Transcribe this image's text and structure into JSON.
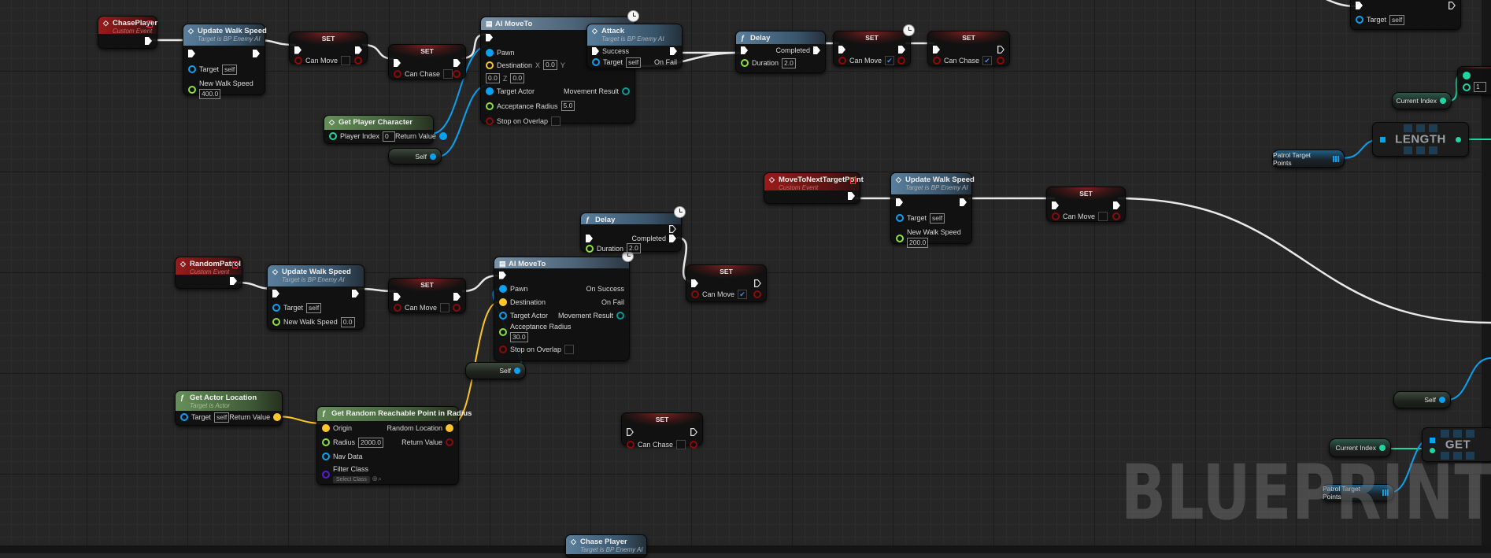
{
  "pin_colors": {
    "exec": "#ffffff",
    "obj": "#0aa2f0",
    "float": "#8ee03a",
    "vec": "#fdc72b",
    "bool": "#8c0a0a",
    "int": "#1ed6a0",
    "struct": "#0a9a9a",
    "class": "#5c1ad9",
    "array": "#0aa2f0"
  },
  "watermark": "BLUEPRINT",
  "nodes": [
    {
      "id": "chase_player_event",
      "type": "event",
      "title": "ChasePlayer",
      "subtitle": "Custom Event",
      "rows": [
        [
          null,
          {
            "pin": "exec"
          }
        ]
      ]
    },
    {
      "id": "update_walk_speed_1",
      "type": "func",
      "title": "Update Walk Speed",
      "subtitle": "Target is BP Enemy AI",
      "rows": [
        [
          {
            "pin": "exec"
          },
          {
            "pin": "exec"
          }
        ],
        [
          {
            "pin": "obj",
            "label": "Target",
            "value": "self"
          },
          null
        ],
        [
          {
            "pin": "float",
            "label": "New Walk Speed",
            "value": "400.0",
            "stack": true
          },
          null
        ]
      ]
    },
    {
      "id": "set_can_move_1",
      "type": "set",
      "title": "SET",
      "rows": [
        [
          {
            "pin": "exec"
          },
          {
            "pin": "exec"
          }
        ],
        [
          {
            "pin": "bool",
            "label": "Can Move",
            "check": false
          },
          {
            "pin": "bool"
          }
        ]
      ]
    },
    {
      "id": "set_can_chase_1",
      "type": "set",
      "title": "SET",
      "rows": [
        [
          {
            "pin": "exec"
          },
          {
            "pin": "exec"
          }
        ],
        [
          {
            "pin": "bool",
            "label": "Can Chase",
            "check": false
          },
          {
            "pin": "bool"
          }
        ]
      ]
    },
    {
      "id": "ai_moveto_1",
      "type": "macro",
      "title": "AI MoveTo",
      "clock": true,
      "rows": [
        [
          {
            "pin": "exec"
          },
          null
        ],
        [
          {
            "pin": "obj",
            "label": "Pawn",
            "filled": true
          },
          null
        ],
        [
          {
            "pin": "vec",
            "label": "Destination",
            "vec": [
              [
                "X",
                "0.0"
              ],
              [
                "Y",
                "0.0"
              ],
              [
                "Z",
                "0.0"
              ]
            ]
          },
          null
        ],
        [
          {
            "pin": "obj",
            "label": "Target Actor",
            "filled": true
          },
          {
            "pin": "struct",
            "label": "Movement Result",
            "right": true
          }
        ],
        [
          {
            "pin": "float",
            "label": "Acceptance Radius",
            "value": "5.0"
          },
          null
        ],
        [
          {
            "pin": "bool",
            "label": "Stop on Overlap",
            "check": false
          },
          null
        ]
      ]
    },
    {
      "id": "attack",
      "type": "func",
      "title": "Attack",
      "subtitle": "Target is BP Enemy AI",
      "rows": [
        [
          {
            "pin": "exec",
            "label": "Success"
          },
          {
            "pin": "exec"
          }
        ],
        [
          {
            "pin": "obj",
            "label": "Target",
            "value": "self"
          },
          {
            "label": "On Fail",
            "right": true
          }
        ]
      ]
    },
    {
      "id": "get_player_character",
      "type": "pure",
      "title": "Get Player Character",
      "rows": [
        [
          {
            "pin": "int",
            "label": "Player Index",
            "value": "0"
          },
          {
            "pin": "obj",
            "label": "Return Value",
            "filled": true,
            "right": true
          }
        ]
      ]
    },
    {
      "id": "delay_1",
      "type": "func",
      "icon": "f",
      "title": "Delay",
      "rows": [
        [
          {
            "pin": "exec"
          },
          {
            "pin": "exec",
            "label": "Completed",
            "right": true
          }
        ],
        [
          {
            "pin": "float",
            "label": "Duration",
            "value": "2.0"
          },
          null
        ]
      ]
    },
    {
      "id": "set_can_move_2",
      "type": "set",
      "title": "SET",
      "clock": true,
      "rows": [
        [
          {
            "pin": "exec"
          },
          {
            "pin": "exec"
          }
        ],
        [
          {
            "pin": "bool",
            "label": "Can Move",
            "check": true
          },
          {
            "pin": "bool"
          }
        ]
      ]
    },
    {
      "id": "set_can_chase_2",
      "type": "set",
      "title": "SET",
      "rows": [
        [
          {
            "pin": "exec"
          },
          {
            "pin": "exec-hollow"
          }
        ],
        [
          {
            "pin": "bool",
            "label": "Can Chase",
            "check": true
          },
          {
            "pin": "bool"
          }
        ]
      ]
    },
    {
      "id": "top_right_node",
      "type": "set",
      "title": "",
      "rows": [
        [
          {
            "pin": "exec"
          },
          {
            "pin": "exec-hollow"
          }
        ],
        [
          {
            "pin": "obj",
            "label": "Target",
            "value": "self"
          },
          null
        ]
      ]
    },
    {
      "id": "move_to_next_target_point_event",
      "type": "event",
      "title": "MoveToNextTargetPoint",
      "subtitle": "Custom Event",
      "rows": [
        [
          null,
          {
            "pin": "exec"
          }
        ]
      ]
    },
    {
      "id": "update_walk_speed_3",
      "type": "func",
      "title": "Update Walk Speed",
      "subtitle": "Target is BP Enemy AI",
      "rows": [
        [
          {
            "pin": "exec"
          },
          {
            "pin": "exec"
          }
        ],
        [
          {
            "pin": "obj",
            "label": "Target",
            "value": "self"
          },
          null
        ],
        [
          {
            "pin": "float",
            "label": "New Walk Speed",
            "value": "200.0",
            "stack": true
          },
          null
        ]
      ]
    },
    {
      "id": "set_can_move_3",
      "type": "set",
      "title": "SET",
      "rows": [
        [
          {
            "pin": "exec"
          },
          {
            "pin": "exec"
          }
        ],
        [
          {
            "pin": "bool",
            "label": "Can Move",
            "check": false
          },
          {
            "pin": "bool"
          }
        ]
      ]
    },
    {
      "id": "random_patrol_event",
      "type": "event",
      "title": "RandomPatrol",
      "subtitle": "Custom Event",
      "rows": [
        [
          null,
          {
            "pin": "exec"
          }
        ]
      ]
    },
    {
      "id": "update_walk_speed_2",
      "type": "func",
      "title": "Update Walk Speed",
      "subtitle": "Target is BP Enemy AI",
      "rows": [
        [
          {
            "pin": "exec"
          },
          {
            "pin": "exec"
          }
        ],
        [
          {
            "pin": "obj",
            "label": "Target",
            "value": "self"
          },
          null
        ],
        [
          {
            "pin": "float",
            "label": "New Walk Speed",
            "value": "0.0"
          },
          null
        ]
      ]
    },
    {
      "id": "set_can_move_4",
      "type": "set",
      "title": "SET",
      "rows": [
        [
          {
            "pin": "exec"
          },
          {
            "pin": "exec"
          }
        ],
        [
          {
            "pin": "bool",
            "label": "Can Move",
            "check": false
          },
          {
            "pin": "bool"
          }
        ]
      ]
    },
    {
      "id": "ai_moveto_2",
      "type": "macro",
      "title": "AI MoveTo",
      "clock": true,
      "rows": [
        [
          {
            "pin": "exec"
          },
          null
        ],
        [
          {
            "pin": "obj",
            "label": "Pawn",
            "filled": true
          },
          {
            "label": "On Success",
            "right": true
          }
        ],
        [
          {
            "pin": "vec",
            "label": "Destination",
            "filled": true
          },
          {
            "label": "On Fail",
            "right": true
          }
        ],
        [
          {
            "pin": "obj",
            "label": "Target Actor"
          },
          {
            "pin": "struct",
            "label": "Movement Result",
            "right": true
          }
        ],
        [
          {
            "pin": "float",
            "label": "Acceptance Radius",
            "value": "30.0",
            "stack": true
          },
          null
        ],
        [
          {
            "pin": "bool",
            "label": "Stop on Overlap",
            "check": false
          },
          null
        ]
      ]
    },
    {
      "id": "delay_2",
      "type": "func",
      "icon": "f",
      "title": "Delay",
      "clock": true,
      "rows": [
        [
          null,
          {
            "pin": "exec-hollow"
          }
        ],
        [
          {
            "pin": "exec"
          },
          {
            "pin": "exec",
            "label": "Completed",
            "right": true
          }
        ],
        [
          {
            "pin": "float",
            "label": "Duration",
            "value": "2.0"
          },
          null
        ]
      ]
    },
    {
      "id": "set_can_move_5",
      "type": "set",
      "title": "SET",
      "rows": [
        [
          {
            "pin": "exec"
          },
          {
            "pin": "exec-hollow"
          }
        ],
        [
          {
            "pin": "bool",
            "label": "Can Move",
            "check": true
          },
          {
            "pin": "bool"
          }
        ]
      ]
    },
    {
      "id": "get_actor_location",
      "type": "pure",
      "icon": "f",
      "title": "Get Actor Location",
      "subtitle": "Target is Actor",
      "rows": [
        [
          {
            "pin": "obj",
            "label": "Target",
            "value": "self"
          },
          {
            "pin": "vec",
            "label": "Return Value",
            "filled": true,
            "right": true
          }
        ]
      ]
    },
    {
      "id": "get_random_reachable_point",
      "type": "pure",
      "icon": "f",
      "title": "Get Random Reachable Point in Radius",
      "rows": [
        [
          {
            "pin": "vec",
            "label": "Origin",
            "filled": true
          },
          {
            "pin": "vec",
            "label": "Random Location",
            "filled": true,
            "right": true
          }
        ],
        [
          {
            "pin": "float",
            "label": "Radius",
            "value": "2000.0"
          },
          {
            "pin": "bool",
            "label": "Return Value",
            "right": true
          }
        ],
        [
          {
            "pin": "obj",
            "label": "Nav Data"
          },
          null
        ],
        [
          {
            "pin": "class",
            "label": "Filter Class",
            "dropdown": "Select Class",
            "stack": true
          },
          null
        ]
      ]
    },
    {
      "id": "set_can_chase_3",
      "type": "set",
      "title": "SET",
      "rows": [
        [
          {
            "pin": "exec-hollow"
          },
          {
            "pin": "exec-hollow"
          }
        ],
        [
          {
            "pin": "bool",
            "label": "Can Chase",
            "check": false
          },
          {
            "pin": "bool"
          }
        ]
      ]
    },
    {
      "id": "chase_player_call",
      "type": "func",
      "title": "Chase Player",
      "subtitle": "Target is BP Enemy AI",
      "rows": []
    },
    {
      "id": "int_partial_node",
      "type": "set",
      "title": "",
      "rows": [
        [
          {
            "pin": "int",
            "filled": true
          },
          null
        ],
        [
          {
            "pin": "int",
            "value": "1"
          },
          null
        ]
      ]
    }
  ],
  "vars": [
    {
      "id": "self_1",
      "label": "Self",
      "pin": "obj",
      "style": "green"
    },
    {
      "id": "self_2",
      "label": "Self",
      "pin": "obj",
      "style": "green"
    },
    {
      "id": "self_3",
      "label": "Self",
      "pin": "obj",
      "style": "green"
    },
    {
      "id": "current_index_1",
      "label": "Current Index",
      "pin": "int",
      "style": "teal"
    },
    {
      "id": "current_index_2",
      "label": "Current Index",
      "pin": "int",
      "style": "teal"
    },
    {
      "id": "patrol_target_points_1",
      "label": "Patrol Target Points",
      "pin": "array",
      "style": "blue"
    },
    {
      "id": "patrol_target_points_2",
      "label": "Patrol Target Points",
      "pin": "array",
      "style": "blue"
    }
  ],
  "array_nodes": [
    {
      "id": "length_node",
      "label": "LENGTH"
    },
    {
      "id": "get_node",
      "label": "GET"
    }
  ]
}
